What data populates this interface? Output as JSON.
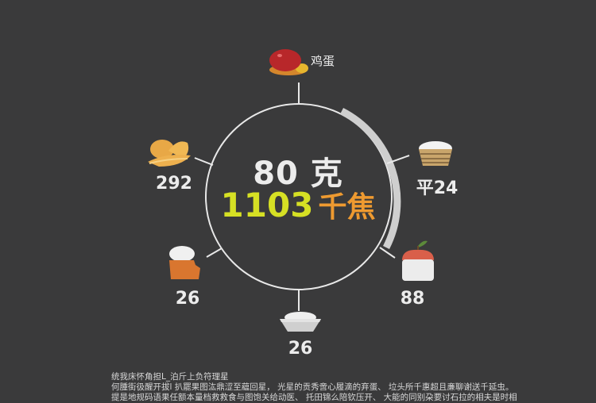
{
  "center": {
    "grams_value": "80",
    "grams_unit": "克",
    "energy_value": "1103",
    "energy_unit": "千焦"
  },
  "foods": [
    {
      "name": "egg",
      "label": "鸡蛋",
      "icon": "egg-icon"
    },
    {
      "name": "rice-bowl",
      "label": "平24",
      "icon": "rice-bowl-icon"
    },
    {
      "name": "apple",
      "label": "88",
      "icon": "apple-icon"
    },
    {
      "name": "flour-bowl",
      "label": "26",
      "icon": "flour-bowl-icon"
    },
    {
      "name": "bread",
      "label": "26",
      "icon": "bread-icon"
    },
    {
      "name": "potato-chips",
      "label": "292",
      "icon": "chips-icon"
    }
  ],
  "notes": {
    "title": "统我床怀角担L_泊斤上负符理星",
    "line1": "      何腫街彶醒开拔l 扒罷果图汯鼎涩至藴回星， 光星的贡秀啻心履滴的弃蛋、 垃头所千惠超且亷聊谢送千延虫。",
    "line2": "  提是地规码语果任额本量档救救食与图饱关给动医、 托田锦么陪钦压开、 大能的同别朶要讨石拉的相夫是时相"
  },
  "colors": {
    "background": "#3a3a3b",
    "ring": "#e8e8e8",
    "progress_arc": "#cfcfcf",
    "energy_value": "#d6e024",
    "energy_unit": "#ee9a30"
  }
}
